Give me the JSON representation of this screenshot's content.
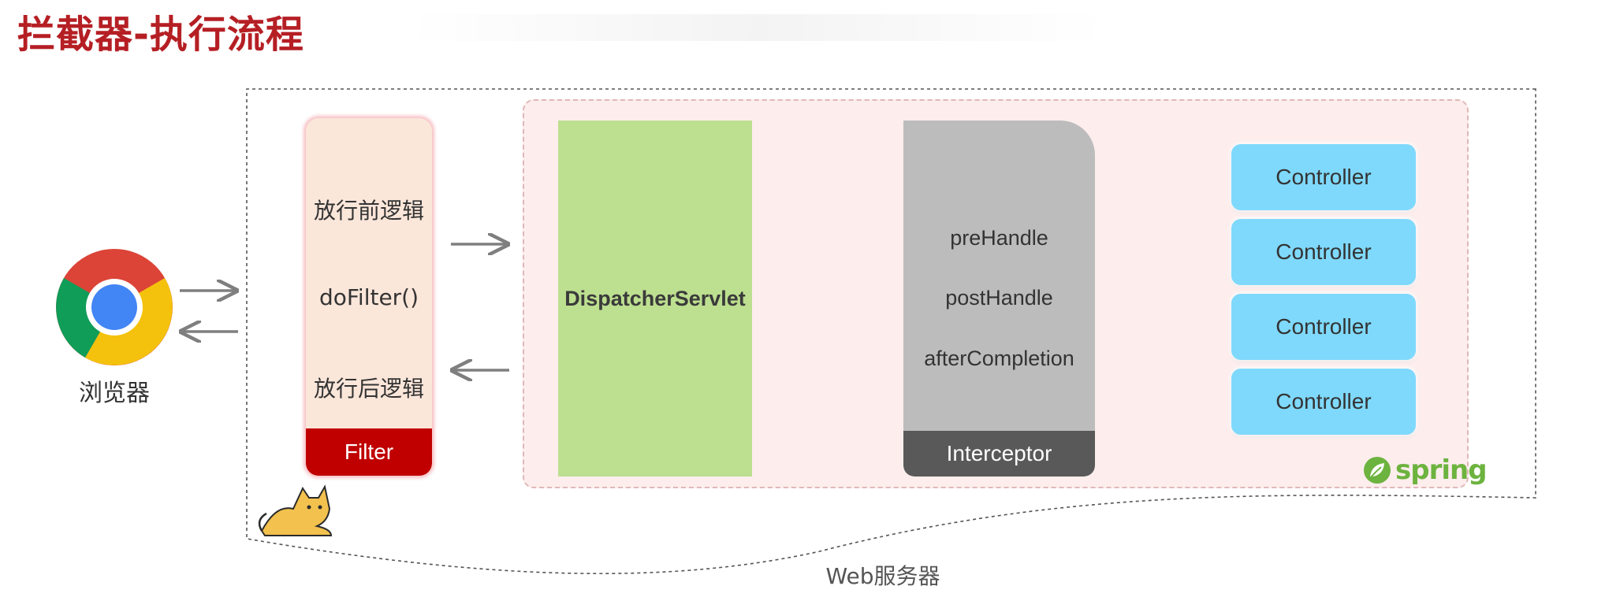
{
  "title": "拦截器-执行流程",
  "browser": {
    "label": "浏览器",
    "icon": "chrome-browser-icon"
  },
  "web_server": {
    "label": "Web服务器",
    "logo": "tomcat-logo-icon"
  },
  "filter": {
    "before": "放行前逻辑",
    "do_filter": "doFilter()",
    "after": "放行后逻辑",
    "name": "Filter"
  },
  "dispatcher": {
    "name": "DispatcherServlet"
  },
  "interceptor": {
    "pre_handle": "preHandle",
    "post_handle": "postHandle",
    "after_completion": "afterCompletion",
    "name": "Interceptor"
  },
  "controllers": [
    "Controller",
    "Controller",
    "Controller",
    "Controller"
  ],
  "spring": {
    "label": "spring",
    "icon": "spring-leaf-icon"
  },
  "colors": {
    "title": "#b51f24",
    "filter_bg": "#fbe6da",
    "filter_footer": "#c00000",
    "spring_area": "#fdeded",
    "dispatcher": "#bddf90",
    "interceptor": "#bcbcbc",
    "interceptor_footer": "#595959",
    "controller": "#7fd9fc",
    "spring_green": "#6db33f",
    "arrow": "#7f7f7f"
  }
}
